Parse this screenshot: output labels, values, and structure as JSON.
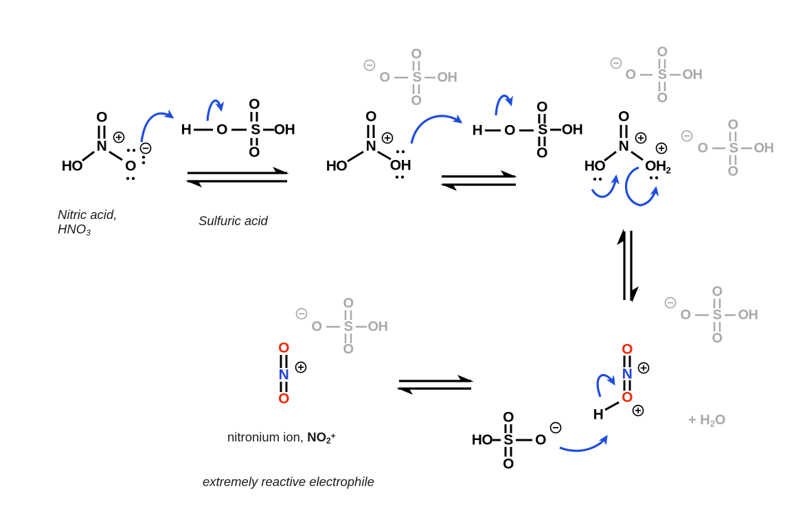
{
  "colors": {
    "background": "#ffffff",
    "structure_black": "#000000",
    "spectator_gray": "#a9a9a9",
    "arrow_blue": "#1d4ce0",
    "nitrogen_blue": "#2442d9",
    "oxygen_red": "#ee2b0b"
  },
  "icons": {
    "plus_charge": "⊕",
    "minus_charge": "⊖",
    "equilibrium_harpoons": "⇌",
    "curved_electron_arrow": "curved-arrow"
  },
  "atoms": {
    "O": "O",
    "N": "N",
    "S": "S",
    "H": "H",
    "HO": "HO",
    "OH": "OH"
  },
  "subscripts": {
    "two": "2",
    "three": "3"
  },
  "superscripts": {
    "plus": "+"
  },
  "labels": {
    "nitric_acid_name": "Nitric acid,",
    "nitric_acid_formula_base": "HNO",
    "nitric_acid_formula_sub": "3",
    "sulfuric_acid_name": "Sulfuric acid",
    "nitronium_caption_prefix": "nitronium ion, ",
    "nitronium_formula_base": "NO",
    "nitronium_formula_sub": "2",
    "nitronium_formula_sup": "+",
    "electrophile_note": "extremely reactive electrophile",
    "water_byproduct_prefix": "+ H",
    "water_byproduct_sub": "2",
    "water_byproduct_suffix": "O"
  }
}
